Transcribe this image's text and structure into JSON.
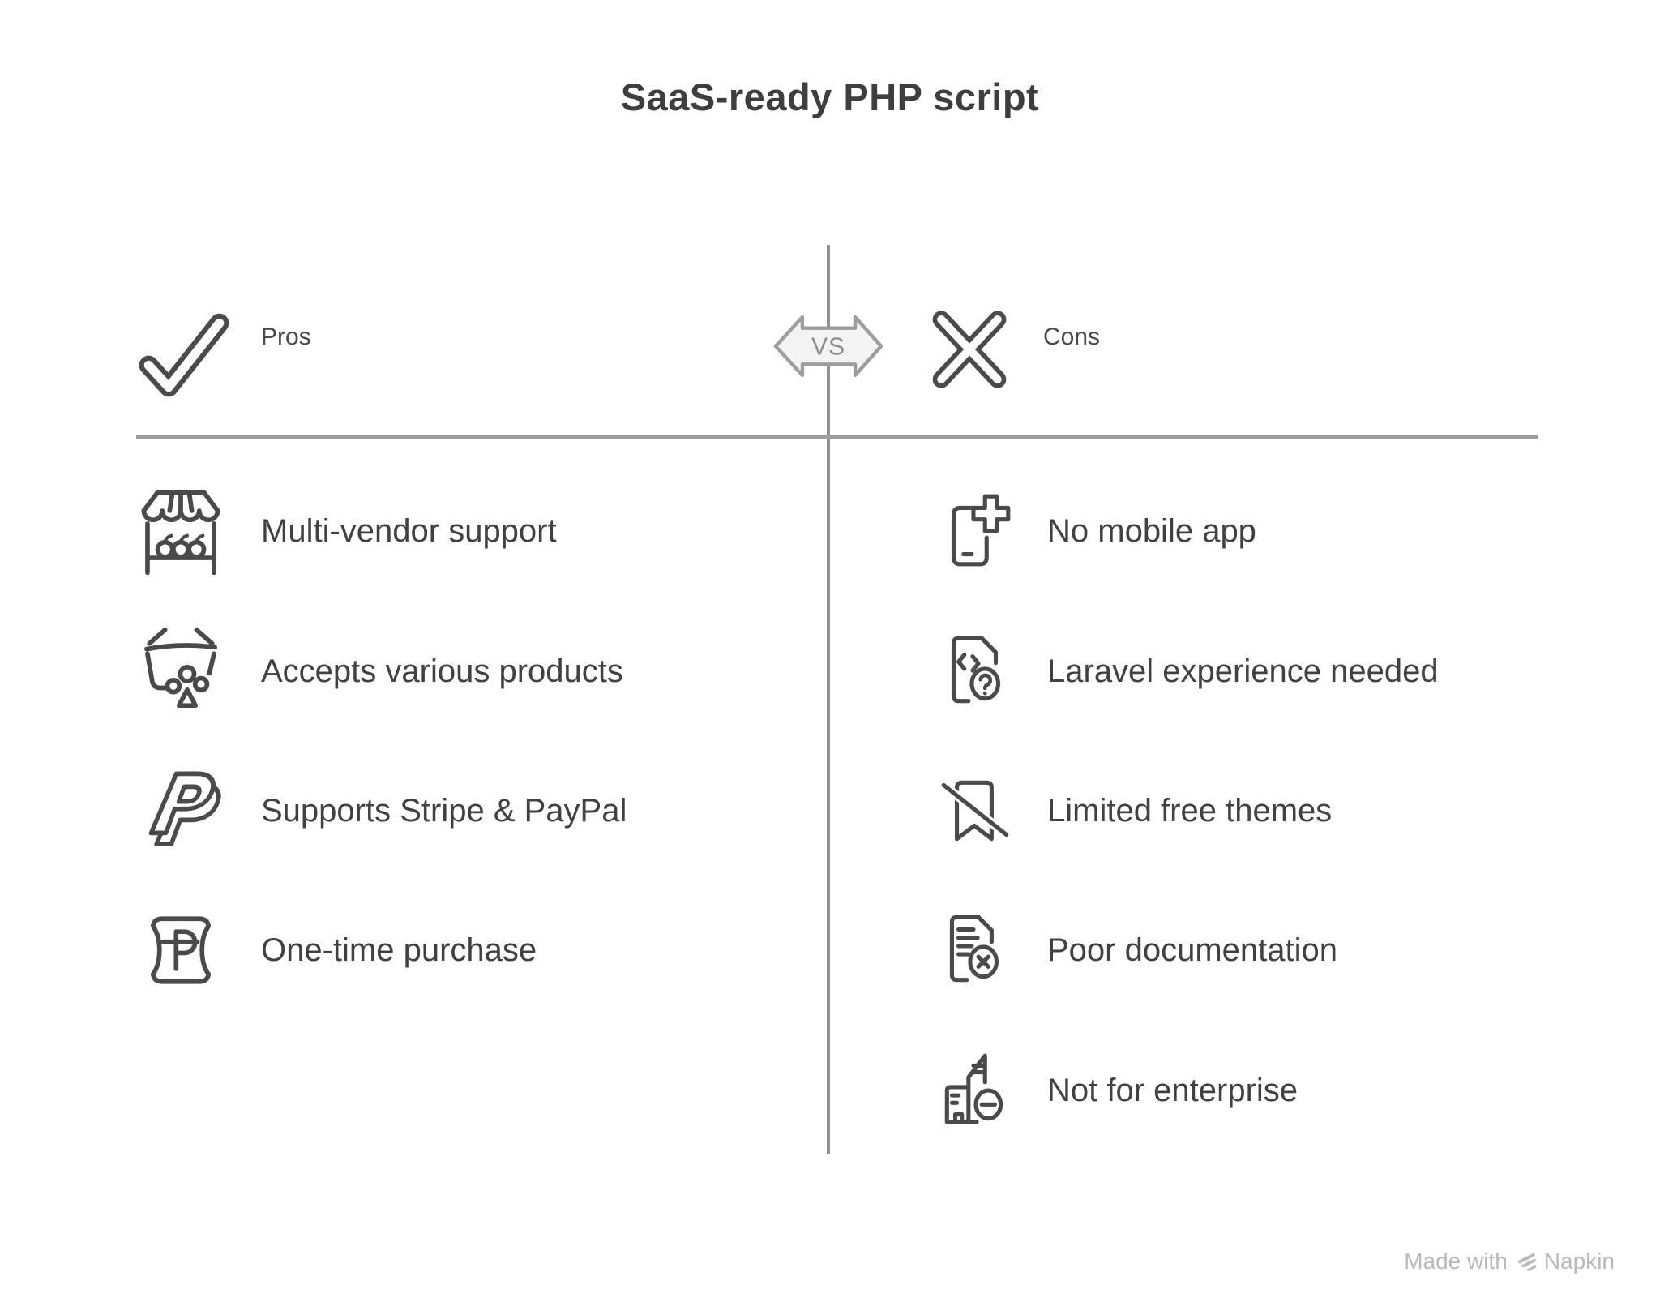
{
  "title": "SaaS-ready PHP script",
  "vs_label": "VS",
  "pros": {
    "label": "Pros",
    "header_icon": "checkmark-icon",
    "items": [
      {
        "icon": "market-stall-icon",
        "text": "Multi-vendor support"
      },
      {
        "icon": "shopping-basket-icon",
        "text": "Accepts various products"
      },
      {
        "icon": "paypal-icon",
        "text": "Supports Stripe & PayPal"
      },
      {
        "icon": "peso-coin-icon",
        "text": "One-time purchase"
      }
    ]
  },
  "cons": {
    "label": "Cons",
    "header_icon": "x-mark-icon",
    "items": [
      {
        "icon": "mobile-plus-icon",
        "text": "No mobile app"
      },
      {
        "icon": "code-file-question-icon",
        "text": "Laravel experience needed"
      },
      {
        "icon": "bookmark-slash-icon",
        "text": "Limited free themes"
      },
      {
        "icon": "document-x-icon",
        "text": "Poor documentation"
      },
      {
        "icon": "building-minus-icon",
        "text": "Not for enterprise"
      }
    ]
  },
  "footer": {
    "made_with": "Made with",
    "brand": "Napkin",
    "logo": "napkin-logo-icon"
  },
  "colors": {
    "title_text": "#3e3e3e",
    "item_text": "#414141",
    "icon_stroke": "#4a4a4a",
    "divider_line": "#9e9e9e",
    "vs_fill": "#f3f3f3",
    "vs_stroke": "#9d9d9d",
    "vs_text": "#8d8d8d",
    "footer_text": "#b9b9b9",
    "background": "#ffffff"
  }
}
